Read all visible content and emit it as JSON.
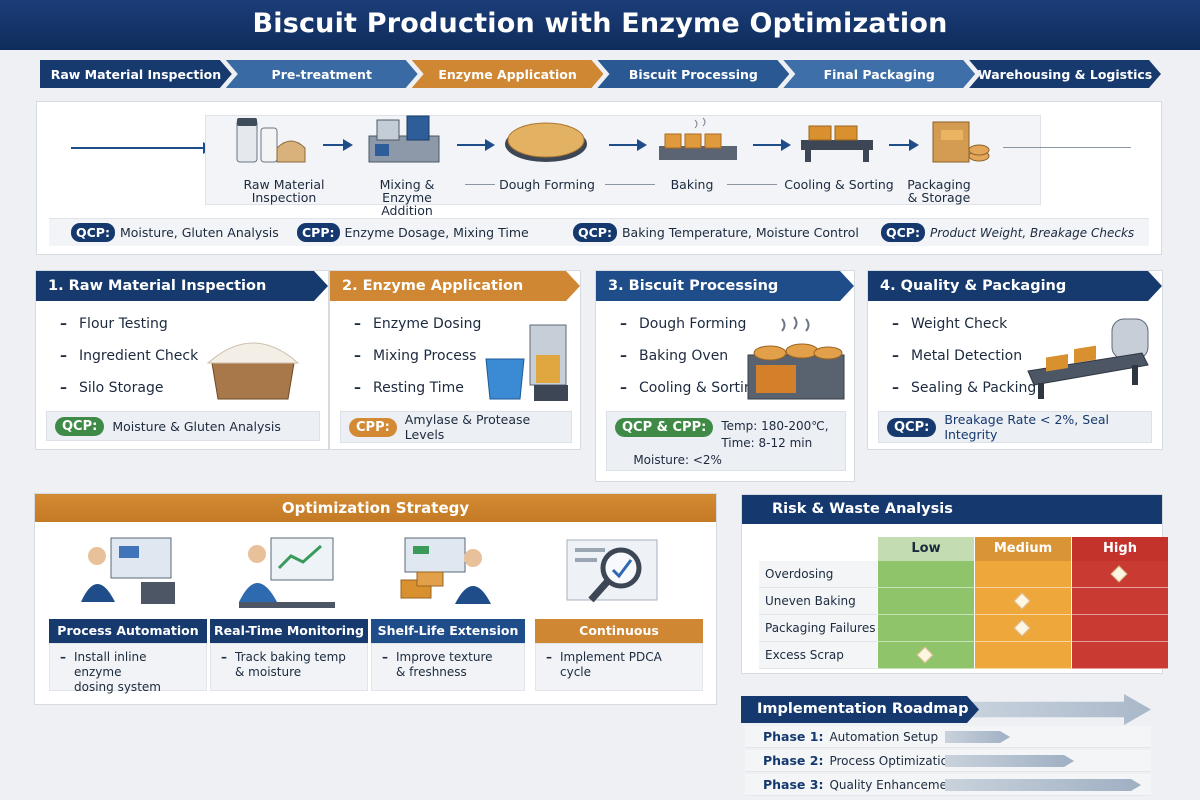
{
  "title": "Biscuit Production with Enzyme Optimization",
  "chevrons": [
    {
      "label": "Raw Material Inspection",
      "color": "#16396e"
    },
    {
      "label": "Pre-treatment",
      "color": "#3a6aa3"
    },
    {
      "label": "Enzyme Application",
      "color": "#cf8733"
    },
    {
      "label": "Biscuit Processing",
      "color": "#2a5892"
    },
    {
      "label": "Final Packaging",
      "color": "#3f6fa8"
    },
    {
      "label": "Warehousing & Logistics",
      "color": "#16396e"
    }
  ],
  "flow": {
    "steps": [
      {
        "line1": "Raw Material Inspection",
        "line2": ""
      },
      {
        "line1": "Mixing & Enzyme",
        "line2": "Addition"
      },
      {
        "line1": "Dough Forming",
        "line2": ""
      },
      {
        "line1": "Baking",
        "line2": ""
      },
      {
        "line1": "Cooling & Sorting",
        "line2": ""
      },
      {
        "line1": "Packaging",
        "line2": "& Storage"
      }
    ],
    "checks": [
      {
        "tag": "QCP:",
        "text": "Moisture, Gluten Analysis"
      },
      {
        "tag": "CPP:",
        "text": "Enzyme Dosage, Mixing Time"
      },
      {
        "tag": "QCP:",
        "text": "Baking Temperature, Moisture Control"
      },
      {
        "tag": "QCP:",
        "text": "Product Weight, Breakage Checks"
      }
    ]
  },
  "cards": [
    {
      "title": "1. Raw Material Inspection",
      "color": "#16396e",
      "items": [
        "Flour Testing",
        "Ingredient Check",
        "Silo Storage"
      ],
      "tag": "QCP:",
      "tag_color": "#3f8a46",
      "note": "Moisture & Gluten Analysis",
      "note2": "",
      "note3": ""
    },
    {
      "title": "2. Enzyme Application",
      "color": "#cf8733",
      "items": [
        "Enzyme Dosing",
        "Mixing Process",
        "Resting Time"
      ],
      "tag": "CPP:",
      "tag_color": "#d38a33",
      "note": "Amylase & Protease Levels",
      "note2": "",
      "note3": ""
    },
    {
      "title": "3. Biscuit Processing",
      "color": "#1f4d8a",
      "items": [
        "Dough Forming",
        "Baking Oven",
        "Cooling & Sorting"
      ],
      "tag": "QCP & CPP:",
      "tag_color": "#3f8a46",
      "note": "Temp: 180-200℃,",
      "note2": "Time:  8-12 min",
      "note3": "Moisture: <2%"
    },
    {
      "title": "4. Quality & Packaging",
      "color": "#16396e",
      "items": [
        "Weight Check",
        "Metal Detection",
        "Sealing & Packing"
      ],
      "tag": "QCP:",
      "tag_color": "#16396e",
      "note": "Breakage Rate < 2%, Seal Integrity",
      "note2": "",
      "note3": ""
    }
  ],
  "optimization": {
    "title": "Optimization Strategy",
    "strategies": [
      {
        "title": "Process Automation",
        "color": "#16396e",
        "line1": "Install inline enzyme",
        "line2": "dosing system"
      },
      {
        "title": "Real-Time Monitoring",
        "color": "#16396e",
        "line1": "Track baking temp",
        "line2": "& moisture"
      },
      {
        "title": "Shelf-Life Extension",
        "color": "#1f4d8a",
        "line1": "Improve texture",
        "line2": "& freshness"
      },
      {
        "title": "Continuous Improvement",
        "color": "#cf8733",
        "line1": "Implement PDCA cycle",
        "line2": ""
      }
    ]
  },
  "risk": {
    "title": "Risk & Waste Analysis",
    "levels": [
      {
        "label": "Low",
        "color": "#8fc46b",
        "head": "#c4dcb2",
        "text": "#1c2a3e"
      },
      {
        "label": "Medium",
        "color": "#eea73a",
        "head": "#d99436",
        "text": "#ffffff"
      },
      {
        "label": "High",
        "color": "#c83a32",
        "head": "#c4322c",
        "text": "#ffffff"
      }
    ],
    "rows": [
      {
        "label": "Overdosing Enzymes",
        "mark": 2
      },
      {
        "label": "Uneven Baking",
        "mark": 1
      },
      {
        "label": "Packaging Failures",
        "mark": 1
      },
      {
        "label": "Excess Scrap",
        "mark": 0
      }
    ]
  },
  "roadmap": {
    "title": "Implementation Roadmap",
    "phases": [
      {
        "label": "Phase 1:",
        "text": "Automation Setup",
        "progress": 0.33
      },
      {
        "label": "Phase 2:",
        "text": "Process Optimization",
        "progress": 0.66
      },
      {
        "label": "Phase 3:",
        "text": "Quality Enhancement",
        "progress": 1.0
      }
    ]
  }
}
